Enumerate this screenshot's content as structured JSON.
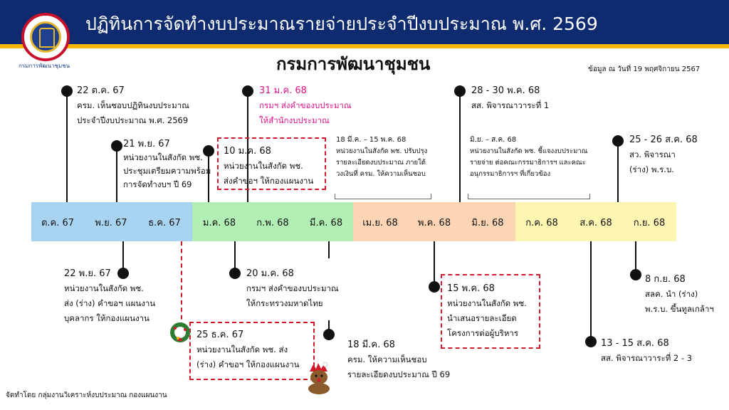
{
  "header": {
    "title": "ปฏิทินการจัดทำงบประมาณรายจ่ายประจำปีงบประมาณ พ.ศ. 2569",
    "logo_caption": "กรมการพัฒนาชุมชน"
  },
  "subtitle": "กรมการพัฒนาชุมชน",
  "data_date": "ข้อมูล ณ วันที่ 19 พฤศจิกายน 2567",
  "months": [
    "ต.ค. 67",
    "พ.ย. 67",
    "ธ.ค. 67",
    "ม.ค. 68",
    "ก.พ. 68",
    "มี.ค. 68",
    "เม.ย. 68",
    "พ.ค. 68",
    "มิ.ย. 68",
    "ก.ค. 68",
    "ส.ค. 68",
    "ก.ย. 68"
  ],
  "band_colors": {
    "q1": "#a9d4f1",
    "q2": "#b2efb4",
    "q3": "#fdd5b4",
    "q4": "#fdf6b2"
  },
  "accent_color": "#d21a2c",
  "highlight_color": "#e0148a",
  "events": {
    "e1": {
      "date": "22 ต.ค. 67",
      "lines": [
        "ครม. เห็นชอบปฏิทินงบประมาณ",
        "ประจำปีงบประมาณ พ.ศ. 2569"
      ]
    },
    "e2": {
      "date": "21 พ.ย. 67",
      "lines": [
        "หน่วยงานในสังกัด พช.",
        "ประชุมเตรียมความพร้อม",
        "การจัดทำงบฯ ปี 69"
      ]
    },
    "e3": {
      "date": "10 ม.ค. 68",
      "lines": [
        "หน่วยงานในสังกัด พช.",
        "ส่งคำขอฯ ให้กองแผนงาน"
      ]
    },
    "e4": {
      "date": "31 ม.ค. 68",
      "lines": [
        "กรมฯ ส่งคำของบประมาณ",
        "ให้สำนักงบประมาณ"
      ]
    },
    "e5": {
      "date": "18 มี.ค. – 15 พ.ค. 68",
      "lines": [
        "หน่วยงานในสังกัด พช. ปรับปรุง",
        "รายละเอียดงบประมาณ ภายใต้",
        "วงเงินที่ ครม. ให้ความเห็นชอบ"
      ]
    },
    "e6": {
      "date": "28 - 30 พ.ค. 68",
      "lines": [
        "สส. พิจารณาวาระที่ 1"
      ]
    },
    "e7": {
      "date": "มิ.ย. – ส.ค. 68",
      "lines": [
        "หน่วยงานในสังกัด พช. ชี้แจงงบประมาณ",
        "รายจ่าย ต่อคณะกรรมาธิการฯ และคณะ",
        "อนุกรรมาธิการฯ ที่เกี่ยวข้อง"
      ]
    },
    "e8": {
      "date": "25 - 26 ส.ค. 68",
      "lines": [
        "สว. พิจารณา",
        "(ร่าง) พ.ร.บ."
      ]
    },
    "e9": {
      "date": "22 พ.ย. 67",
      "lines": [
        "หน่วยงานในสังกัด พช.",
        "ส่ง (ร่าง) คำขอฯ แผนงาน",
        "บุคลากร ให้กองแผนงาน"
      ]
    },
    "e10": {
      "date": "20 ม.ค. 68",
      "lines": [
        "กรมฯ ส่งคำของบประมาณ",
        "ให้กระทรวงมหาดไทย"
      ]
    },
    "e11": {
      "date": "25 ธ.ค. 67",
      "lines": [
        "หน่วยงานในสังกัด พช. ส่ง",
        "(ร่าง) คำขอฯ ให้กองแผนงาน"
      ]
    },
    "e12": {
      "date": "18 มี.ค. 68",
      "lines": [
        "ครม. ให้ความเห็นชอบ",
        "รายละเอียดงบประมาณ ปี 69"
      ]
    },
    "e13": {
      "date": "15 พ.ค. 68",
      "lines": [
        "หน่วยงานในสังกัด พช.",
        "นำเสนอรายละเอียด",
        "โครงการต่อผู้บริหาร"
      ]
    },
    "e14": {
      "date": "13 - 15 ส.ค. 68",
      "lines": [
        "สส. พิจารณาวาระที่ 2 - 3"
      ]
    },
    "e15": {
      "date": "8 ก.ย. 68",
      "lines": [
        "สลค. นำ (ร่าง)",
        "พ.ร.บ. ขึ้นทูลเกล้าฯ"
      ]
    }
  },
  "footer": "จัดทำโดย กลุ่มงานวิเคราะห์งบประมาณ กองแผนงาน",
  "icons": {
    "logo": "department-seal-icon",
    "deco1": "christmas-wreath-icon",
    "deco2": "reindeer-icon"
  }
}
